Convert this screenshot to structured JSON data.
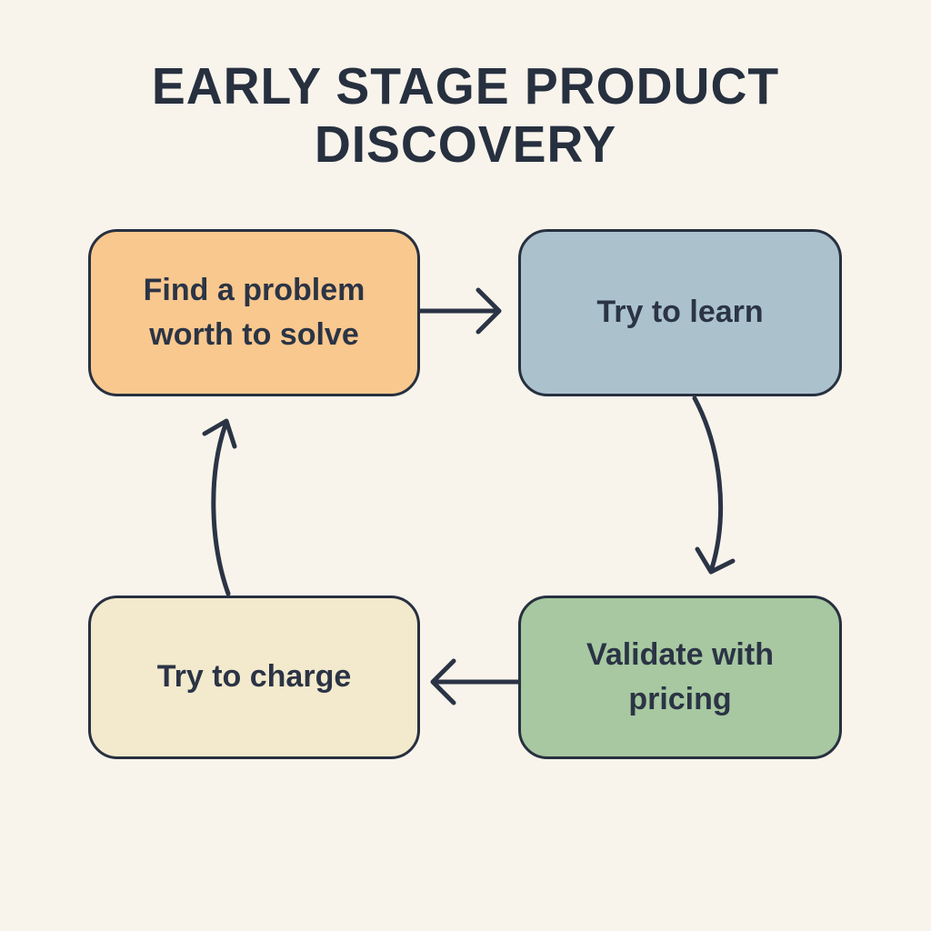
{
  "title": "EARLY STAGE PRODUCT\nDISCOVERY",
  "colors": {
    "background": "#f8f4ec",
    "ink": "#27303f",
    "arrow": "#2b3445"
  },
  "diagram": {
    "type": "cycle-flowchart",
    "nodes": [
      {
        "id": "find-problem",
        "label": "Find a problem worth to solve",
        "fill": "#f9c88e"
      },
      {
        "id": "try-learn",
        "label": "Try to learn",
        "fill": "#abc2cd"
      },
      {
        "id": "validate-pricing",
        "label": "Validate with pricing",
        "fill": "#a7c8a0"
      },
      {
        "id": "try-charge",
        "label": "Try to charge",
        "fill": "#f3e9cd"
      }
    ],
    "edges": [
      {
        "from": "find-problem",
        "to": "try-learn",
        "shape": "straight-right"
      },
      {
        "from": "try-learn",
        "to": "validate-pricing",
        "shape": "curved-down"
      },
      {
        "from": "validate-pricing",
        "to": "try-charge",
        "shape": "straight-left"
      },
      {
        "from": "try-charge",
        "to": "find-problem",
        "shape": "curved-up"
      }
    ]
  }
}
